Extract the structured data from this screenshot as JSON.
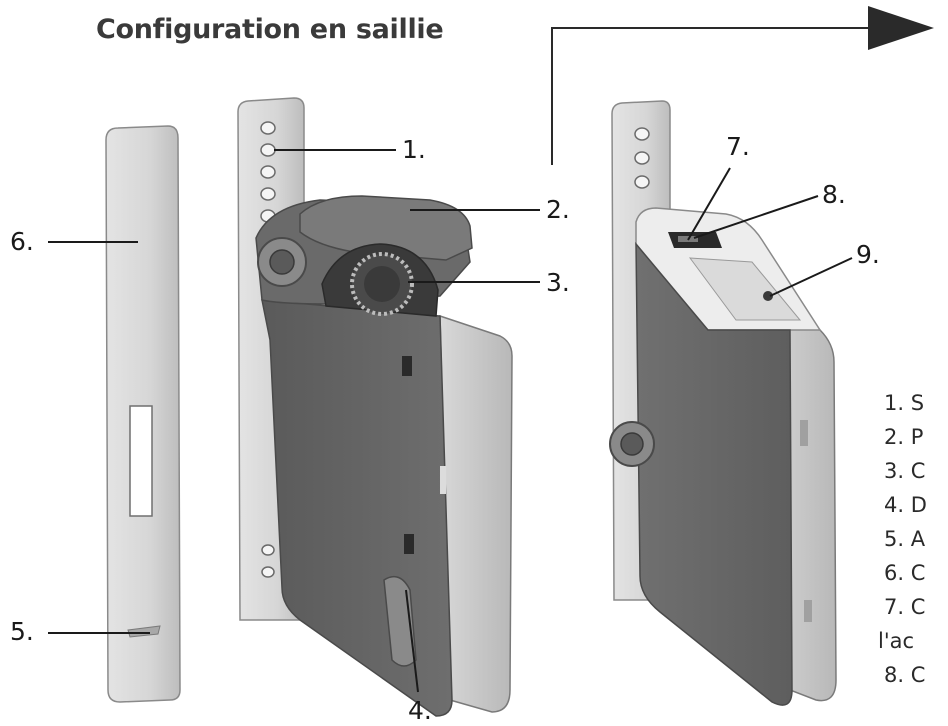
{
  "title": "Configuration en saillie",
  "callouts": {
    "c1": "1.",
    "c2": "2.",
    "c3": "3.",
    "c4": "4.",
    "c5": "5.",
    "c6": "6.",
    "c7": "7.",
    "c8": "8.",
    "c9": "9."
  },
  "legend": {
    "item1": "1. S",
    "item2": "2. P",
    "item3": "3. C",
    "item4": "4. D",
    "item5": "5. A",
    "item6": "6. C",
    "item7": "7. C",
    "item7_cont": "l'ac",
    "item8": "8. C"
  }
}
